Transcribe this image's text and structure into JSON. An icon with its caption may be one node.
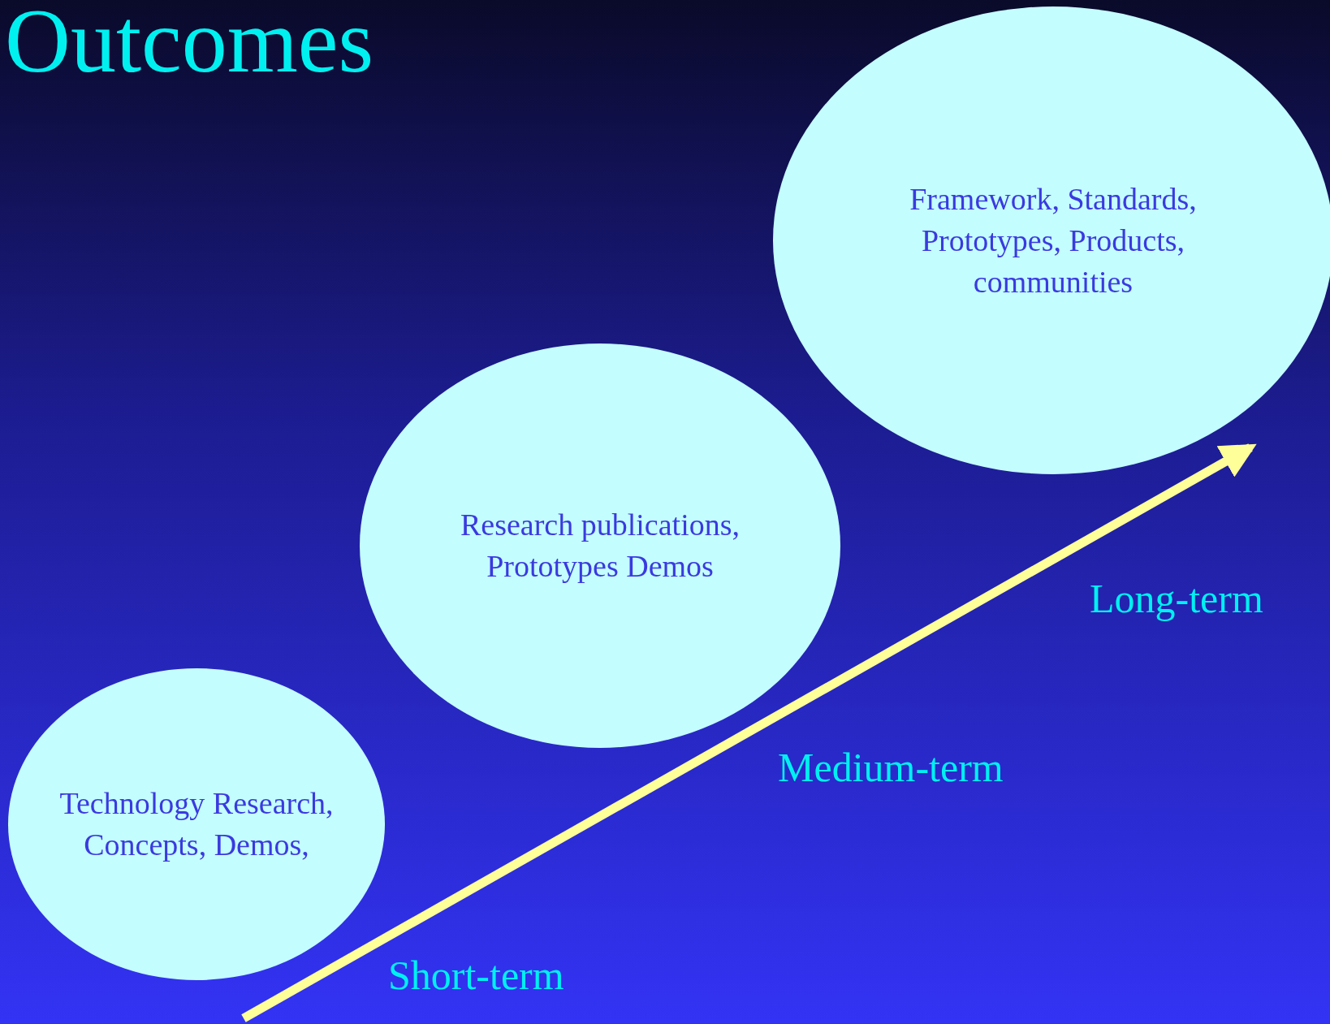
{
  "diagram": {
    "title": "Outcomes",
    "nodes": [
      {
        "text": [
          "Technology Research, Concepts, Demos,"
        ]
      },
      {
        "text": [
          "Research publications, Prototypes Demos"
        ]
      },
      {
        "text": [
          "Framework, Standards, Prototypes, Products, communities"
        ]
      }
    ],
    "labels": [
      "Short-term",
      "Medium-term",
      "Long-term"
    ]
  }
}
